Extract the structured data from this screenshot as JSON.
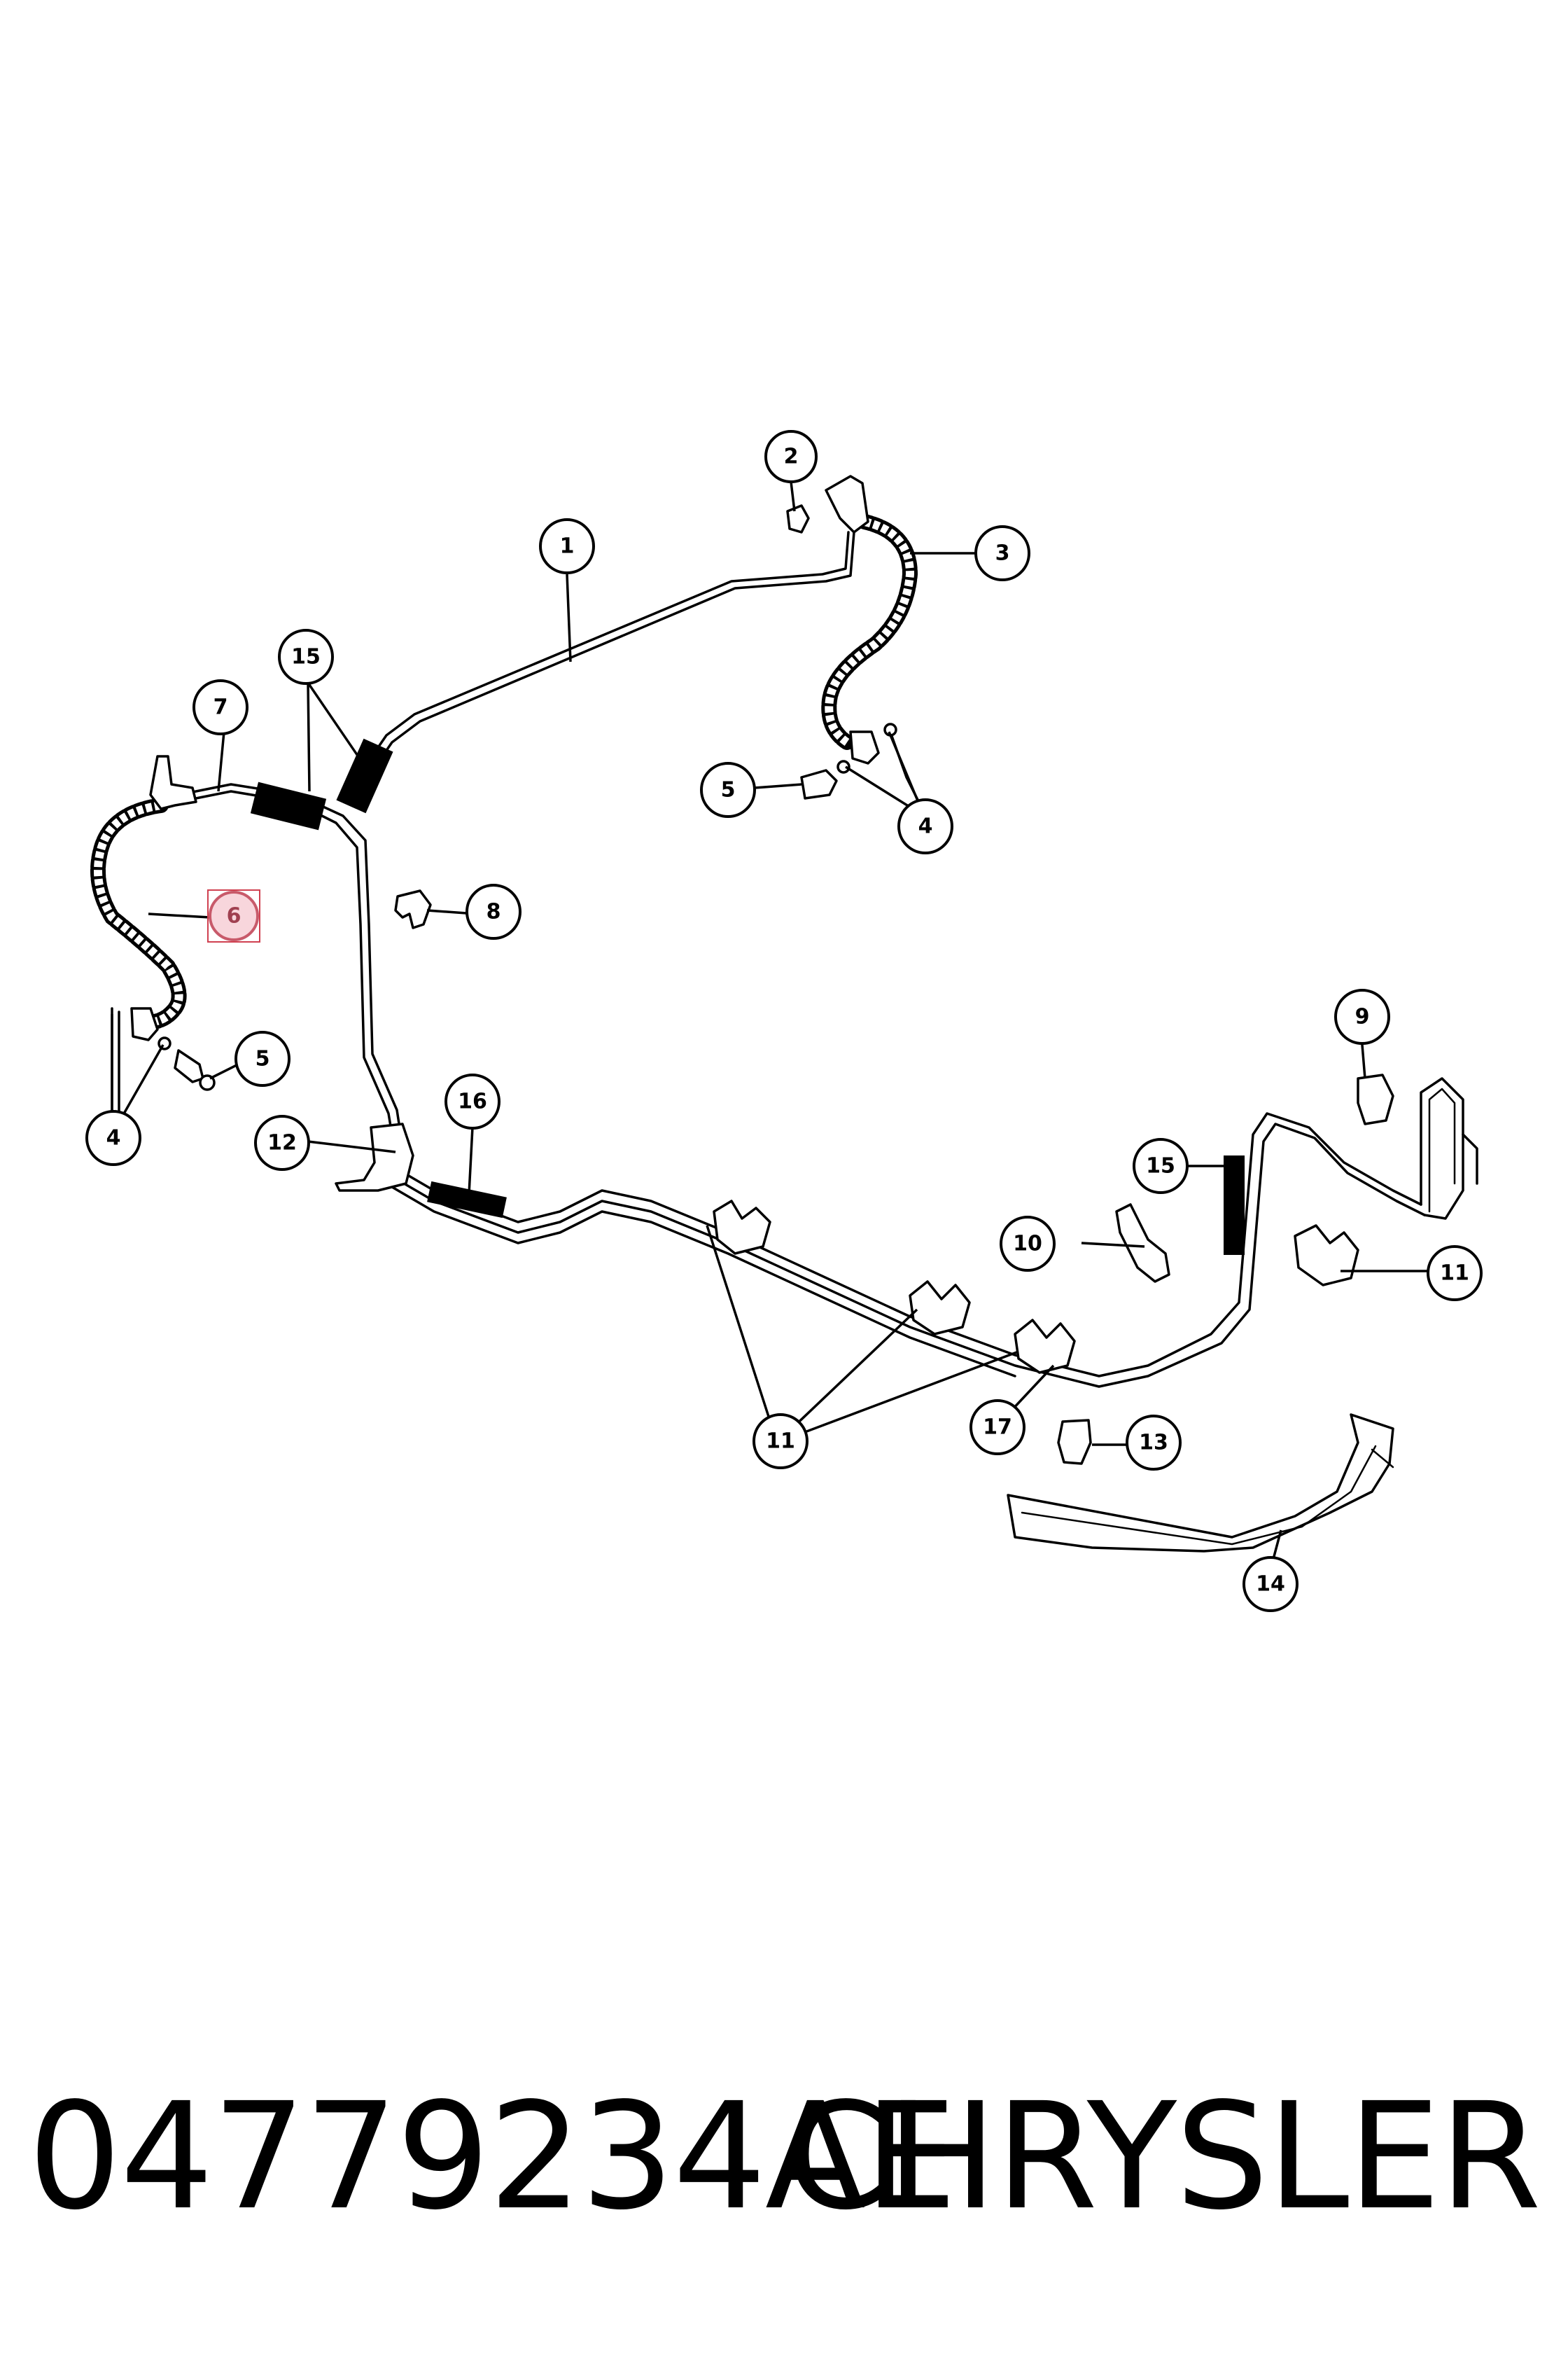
{
  "footer": {
    "part_number": "04779234AE",
    "brand": "CHRYSLER"
  },
  "callouts": [
    {
      "id": "c1",
      "label": "1"
    },
    {
      "id": "c2",
      "label": "2"
    },
    {
      "id": "c3",
      "label": "3"
    },
    {
      "id": "c4a",
      "label": "4"
    },
    {
      "id": "c5a",
      "label": "5"
    },
    {
      "id": "c4b",
      "label": "4"
    },
    {
      "id": "c5b",
      "label": "5"
    },
    {
      "id": "c6",
      "label": "6"
    },
    {
      "id": "c7",
      "label": "7"
    },
    {
      "id": "c8",
      "label": "8"
    },
    {
      "id": "c9",
      "label": "9"
    },
    {
      "id": "c10",
      "label": "10"
    },
    {
      "id": "c11a",
      "label": "11"
    },
    {
      "id": "c11b",
      "label": "11"
    },
    {
      "id": "c12",
      "label": "12"
    },
    {
      "id": "c13",
      "label": "13"
    },
    {
      "id": "c14",
      "label": "14"
    },
    {
      "id": "c15a",
      "label": "15"
    },
    {
      "id": "c15b",
      "label": "15"
    },
    {
      "id": "c16",
      "label": "16"
    },
    {
      "id": "c17",
      "label": "17"
    }
  ],
  "highlighted_callout": "6",
  "colors": {
    "line": "#000000",
    "background": "#ffffff",
    "highlight_fill": "#f8d6dc",
    "highlight_stroke": "#d04050"
  }
}
